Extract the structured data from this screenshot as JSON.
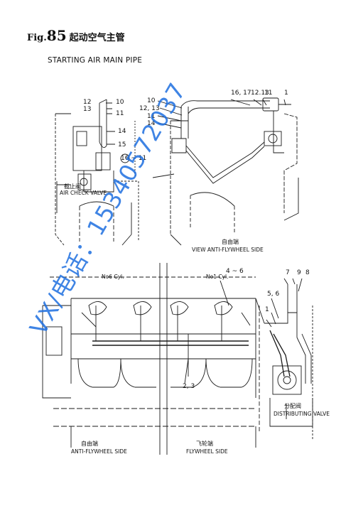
{
  "figure": {
    "prefix": "Fig.",
    "number": "85",
    "title_zh": "起动空气主管",
    "title_en": "STARTING AIR MAIN PIPE"
  },
  "callouts": {
    "top_left": [
      "10",
      "12",
      "13",
      "11",
      "14",
      "15",
      "16 ~ 11"
    ],
    "top_right_left": [
      "10",
      "12, 13",
      "11",
      "14"
    ],
    "top_right_top": [
      "16, 17",
      "12.13",
      "11",
      "1"
    ],
    "bottom_center": [
      "No6 Cyl.",
      "No1 Cyl.",
      "4 ~ 6",
      "2, 3"
    ],
    "bottom_right": [
      "7",
      "9",
      "8",
      "5, 6",
      "1"
    ]
  },
  "captions": {
    "air_check_valve_zh": "截止阀",
    "air_check_valve_en": "AIR CHECK VALVE",
    "view_zh": "自由端",
    "view_en": "VIEW  ANTI-FLYWHEEL SIDE",
    "anti_flywheel_zh": "自由端",
    "anti_flywheel_en": "ANTI-FLYWHEEL SIDE",
    "flywheel_zh": "飞轮端",
    "flywheel_en": "FLYWHEEL SIDE",
    "distributing_zh": "分配阀",
    "distributing_en": "DISTRIBUTING VALVE"
  },
  "watermark": "VX/电话：15340572037",
  "colors": {
    "line": "#1a1a1a",
    "watermark": "#1e6fe0"
  }
}
